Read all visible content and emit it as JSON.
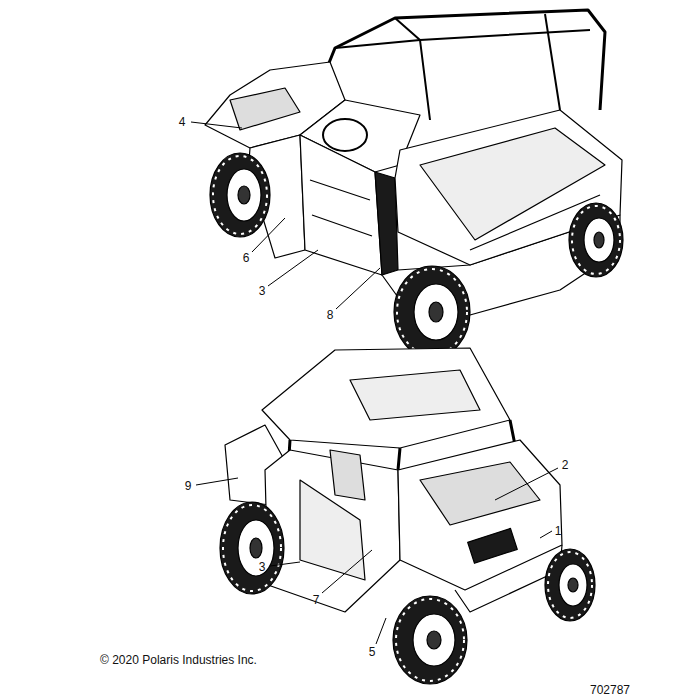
{
  "diagram": {
    "labels": [
      "4",
      "6",
      "3",
      "8",
      "2",
      "9",
      "1",
      "3",
      "7",
      "5",
      "© 2020 Polaris Industries Inc.",
      "702787"
    ]
  }
}
